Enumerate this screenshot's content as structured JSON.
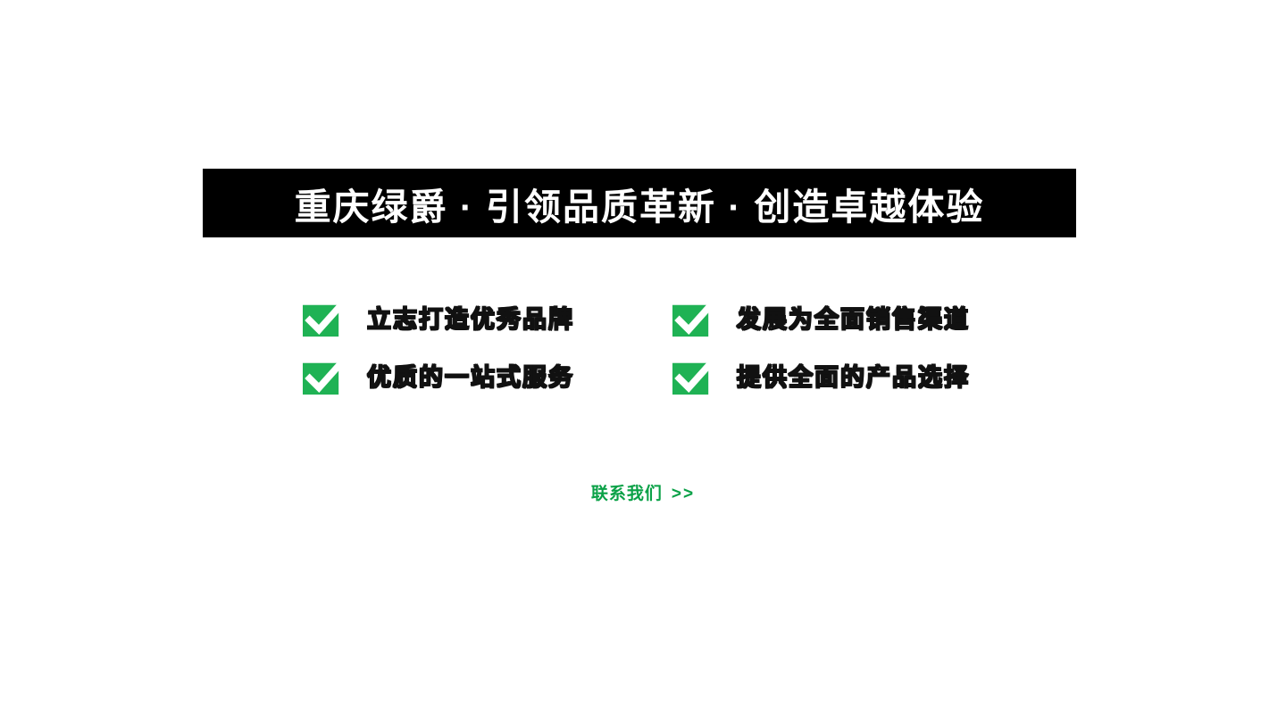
{
  "banner": {
    "title": "重庆绿爵 · 引领品质革新 · 创造卓越体验"
  },
  "features": {
    "items": [
      {
        "label": "立志打造优秀品牌"
      },
      {
        "label": "发展为全面销售渠道"
      },
      {
        "label": "优质的一站式服务"
      },
      {
        "label": "提供全面的产品选择"
      }
    ]
  },
  "contact": {
    "label": "联系我们",
    "arrows": ">>"
  },
  "colors": {
    "banner_bg": "#000000",
    "banner_text": "#ffffff",
    "check_green": "#1fb254",
    "link_green": "#0aa147"
  }
}
